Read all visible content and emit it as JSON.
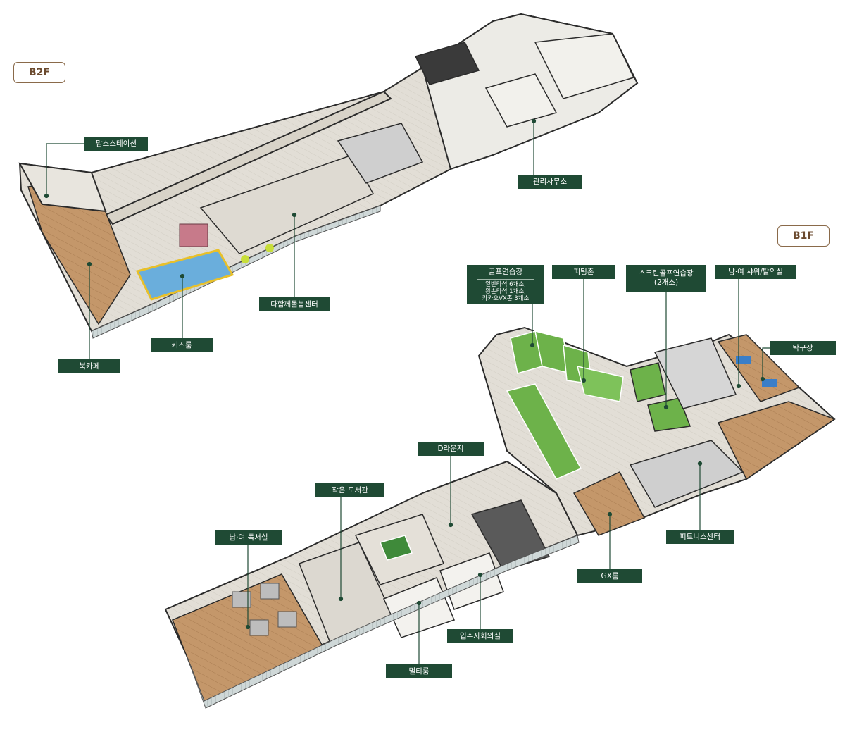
{
  "floors": {
    "b2f": "B2F",
    "b1f": "B1F"
  },
  "labels": {
    "mom_station": "맘스스테이션",
    "management_office": "관리사무소",
    "multi_care_center": "다함께돌봄센터",
    "kids_room": "키즈룸",
    "book_cafe": "북카페",
    "golf_practice": "골프연습장",
    "golf_practice_detail": "일반타석 6개소,\n왕손타석 1개소,\n카카오VX존 3개소",
    "putting_zone": "퍼팅존",
    "screen_golf": "스크린골프연습장\n(2개소)",
    "shower_room": "남·여 샤워/탈의실",
    "table_tennis": "탁구장",
    "d_lounge": "D라운지",
    "small_library": "작은 도서관",
    "reading_room": "남·여 독서실",
    "fitness_center": "피트니스센터",
    "gx_room": "GX룸",
    "residents_meeting": "입주자회의실",
    "multi_room": "멀티룸"
  },
  "colors": {
    "tag_bg": "#1f4a34",
    "leader_line": "#1f4a34",
    "badge_border": "#8a6a4a",
    "wall": "#2b2b2b",
    "floor_wood": "#b88a5a",
    "floor_light": "#dcd8d0",
    "turf": "#6db24a",
    "glass": "#c9d3d3"
  }
}
